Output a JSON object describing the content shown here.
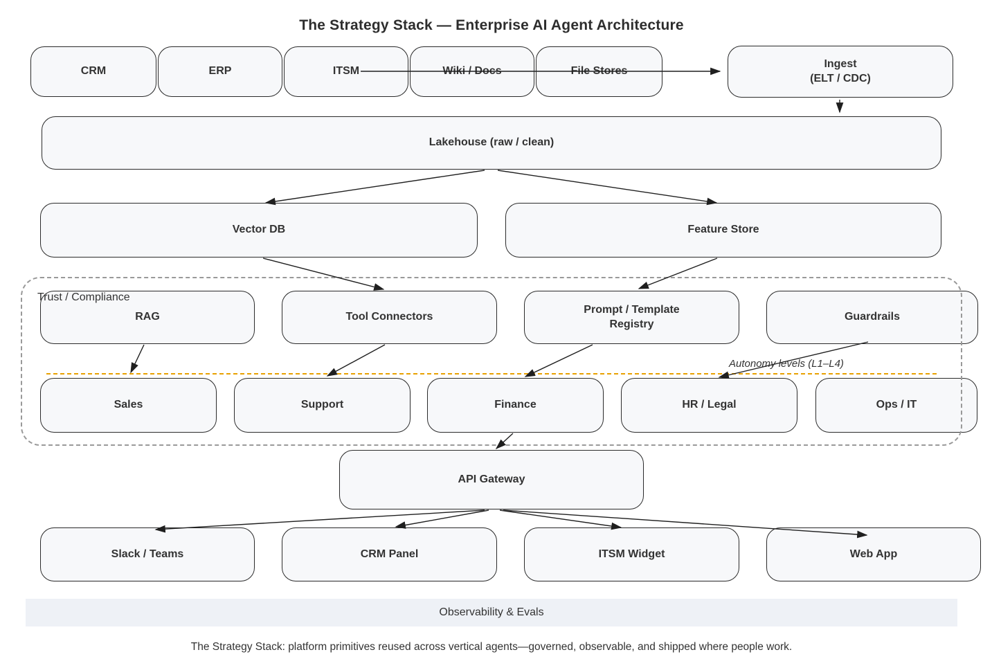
{
  "title": "The Strategy Stack — Enterprise AI Agent Architecture",
  "nodes": {
    "crm": "CRM",
    "erp": "ERP",
    "itsm": "ITSM",
    "wiki_docs": "Wiki / Docs",
    "file_stores": "File Stores",
    "ingest": "Ingest\n(ELT / CDC)",
    "lakehouse": "Lakehouse (raw / clean)",
    "vector_db": "Vector DB",
    "feature_store": "Feature Store",
    "rag": "RAG",
    "tool_connectors": "Tool Connectors",
    "prompt_registry": "Prompt / Template\nRegistry",
    "guardrails": "Guardrails",
    "sales": "Sales",
    "support": "Support",
    "finance": "Finance",
    "hr_legal": "HR / Legal",
    "ops_it": "Ops / IT",
    "api_gateway": "API Gateway",
    "slack_teams": "Slack / Teams",
    "crm_panel": "CRM Panel",
    "itsm_widget": "ITSM Widget",
    "web_app": "Web App"
  },
  "labels": {
    "trust_compliance": "Trust / Compliance",
    "autonomy_levels": "Autonomy levels (L1–L4)",
    "observability": "Observability & Evals",
    "caption": "The Strategy Stack: platform primitives reused across vertical agents—governed, observable, and shipped where people work."
  },
  "colors": {
    "node_fill": "#f7f8fa",
    "node_border": "#2a2a2a",
    "container_border": "#999999",
    "autonomy_line": "#e8a000",
    "observability_fill": "#eef1f6",
    "arrow": "#1f1f1f",
    "text": "#333333"
  }
}
